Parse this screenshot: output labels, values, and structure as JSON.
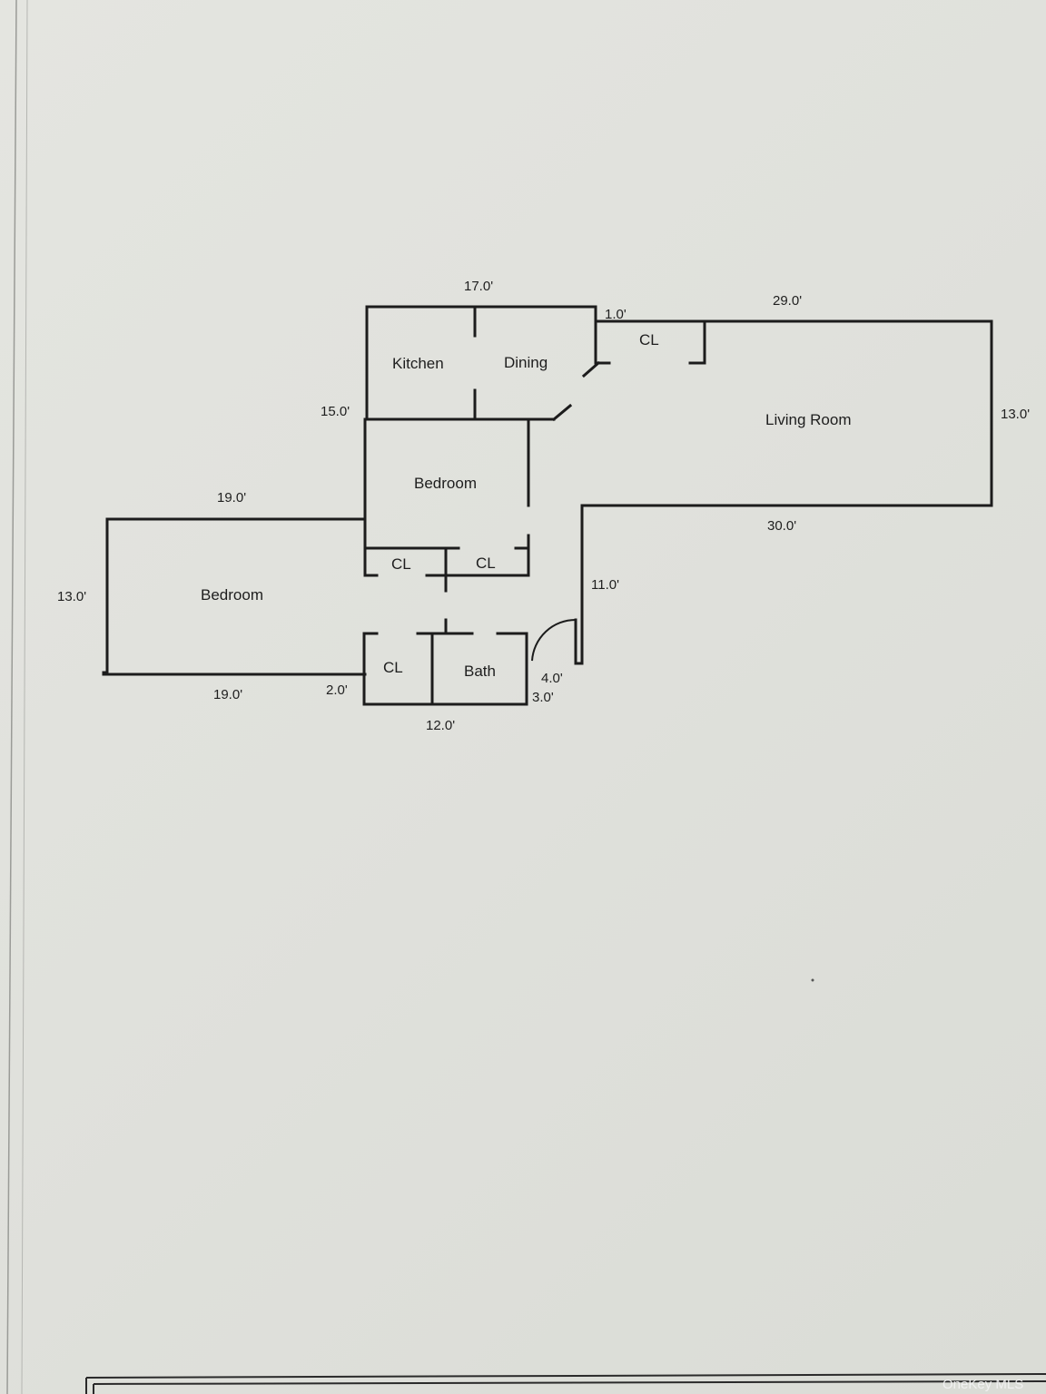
{
  "rooms": {
    "kitchen": "Kitchen",
    "dining": "Dining",
    "living_room": "Living Room",
    "bedroom_upper": "Bedroom",
    "bedroom_lower": "Bedroom",
    "bath": "Bath",
    "closet_top": "CL",
    "closet_mid_left": "CL",
    "closet_mid_right": "CL",
    "closet_bottom": "CL"
  },
  "dimensions": {
    "kitchen_width": "17.0'",
    "kitchen_height": "15.0'",
    "gap_width": "1.0'",
    "living_top": "29.0'",
    "living_right": "13.0'",
    "living_bottom": "30.0'",
    "hall_height": "11.0'",
    "bedroom_top": "19.0'",
    "bedroom_left": "13.0'",
    "bedroom_bottom": "19.0'",
    "step_width": "2.0'",
    "bath_width": "12.0'",
    "entry_width": "4.0'",
    "bath_step": "3.0'"
  },
  "watermark": "OneKey MLS"
}
